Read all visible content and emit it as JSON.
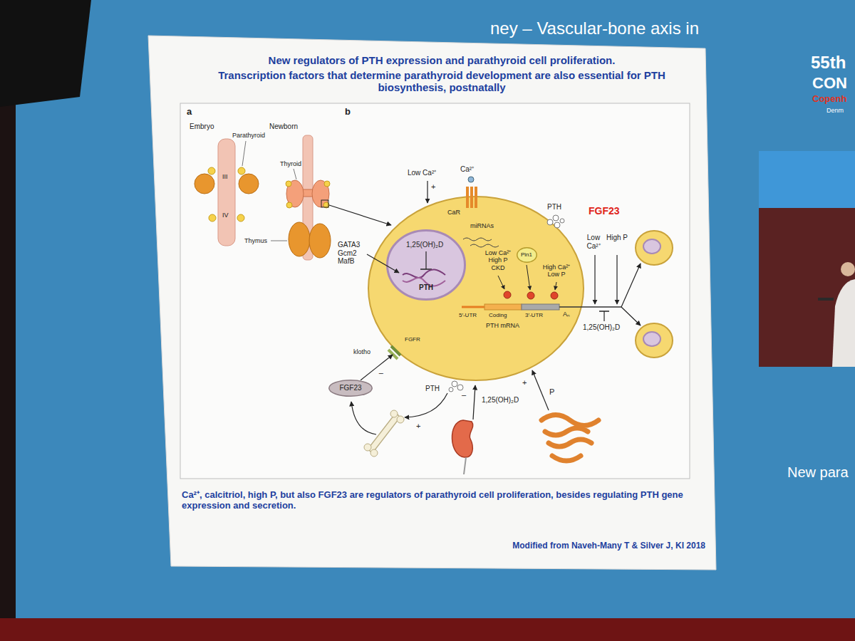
{
  "diagram": {
    "title": "New regulators of PTH expression and parathyroid cell proliferation.",
    "caption": "Ca²⁺, calcitriol, high P, but also FGF23 are regulators of parathyroid cell proliferation, besides regulating PTH gene expression and secretion.",
    "nodes": [
      {
        "text": [
          "miRNAs",
          "CaR",
          "Low Ca²⁺ High P CKD",
          "High Ca²⁺ Low P",
          "5′-UTR",
          "Coding",
          "3′-UTR",
          "PTH mRNA",
          "Aₙ",
          "FGFR"
        ]
      },
      {
        "text": [
          "1,25(OH)₂D",
          "PTH"
        ],
        "in": 0
      },
      {
        "text": [
          "Pin1"
        ],
        "in": 0
      },
      {
        "text": [
          "FGF23"
        ]
      }
    ],
    "edges": [
      {
        "from": 3,
        "to": 0,
        "arrow": "to",
        "label": "–"
      }
    ],
    "labels": [
      "ney – Vascular-bone axis in",
      "55th",
      "CON",
      "Copenh",
      "Denm",
      "New para",
      "Transcription factors that determine parathyroid development are also essential for PTH biosynthesis, postnatally",
      "a",
      "Embryo",
      "Newborn",
      "Parathyroid",
      "Thyroid",
      "III",
      "IV",
      "Thymus",
      "b",
      "Low Ca²⁺",
      "+",
      "Ca²⁺",
      "PTH",
      "GATA3 Gcm2 MafB",
      "FGF23",
      "Low Ca²⁺",
      "High P",
      "1,25(OH)₂D",
      "klotho",
      "PTH",
      "+",
      "–",
      "1,25(OH)₂D",
      "+",
      "P",
      "Modified from Naveh-Many T & Silver J, KI 2018"
    ]
  }
}
